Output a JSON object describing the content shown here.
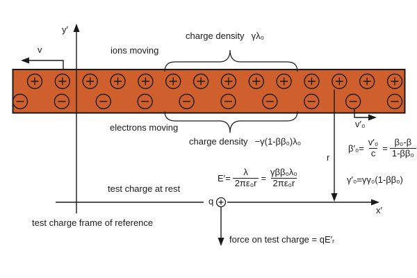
{
  "axes": {
    "y_label": "y′",
    "x_label": "x′"
  },
  "arrows": {
    "v_label": "v",
    "v0_label": "v′₀",
    "r_label": "r"
  },
  "wire": {
    "fill": "#cf5f2d",
    "border": "#1a1a1a",
    "plus_symbol": "+",
    "minus_symbol": "−",
    "plus_count": 14,
    "minus_count": 10
  },
  "labels": {
    "ions": "ions moving",
    "electrons": "electrons moving",
    "top_density_text": "charge density",
    "top_density_value": "γλ₀",
    "bottom_density_text": "charge density",
    "bottom_density_value": "−γ(1-ββ₀)λ₀",
    "test_charge": "test charge at rest",
    "frame": "test charge frame of reference",
    "force": "force on test charge = qE′ᵣ",
    "q": "q"
  },
  "formulas": {
    "efield": {
      "lhs": "E′=",
      "num1": "λ",
      "den1": "2πε₀r",
      "eq": "=",
      "num2": "γββ₀λ₀",
      "den2": "2πε₀r"
    },
    "beta": {
      "lhs": "β′₀=",
      "num1": "v′₀",
      "den1": "c",
      "eq": "=",
      "num2": "β₀-β",
      "den2": "1-ββ₀"
    },
    "gamma": {
      "text": "γ′₀=γγ₀(1-ββ₀)"
    }
  },
  "colors": {
    "ink": "#1a1a1a",
    "background": "#ffffff"
  }
}
